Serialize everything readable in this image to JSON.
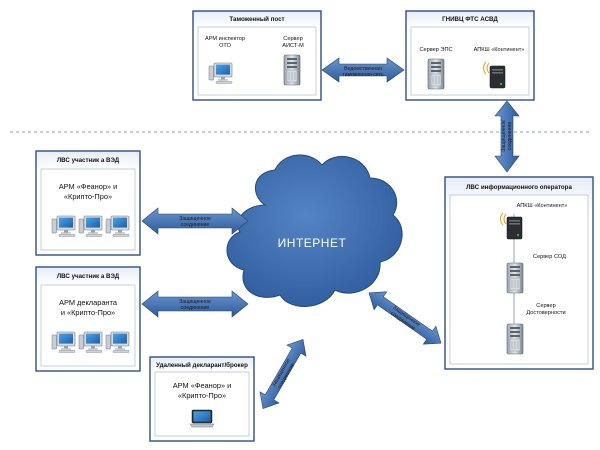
{
  "customs_post": {
    "title": "Таможенный пост",
    "arm_label": [
      "АРМ инспектор",
      "ОТО"
    ],
    "server_label": [
      "Сервер",
      "АИСТ-М"
    ]
  },
  "gnivc": {
    "title": "ГНИВЦ ФТС АСВД",
    "server_label": "Сервер ЭПС",
    "apksh_label": "АПКШ «Континент»"
  },
  "vednet_arrow": [
    "Ведомственная",
    "таможенная сеть"
  ],
  "vertical_arrow": [
    "Защищенное",
    "соединение"
  ],
  "lan1": {
    "title": "ЛВС участник а ВЭД",
    "arm": [
      "АРМ «Феанор» и",
      "«Крипто-Про»"
    ]
  },
  "lan2": {
    "title": "ЛВС участник а ВЭД",
    "arm": [
      "АРМ декларанта",
      "и «Крипто-Про»"
    ]
  },
  "remote": {
    "title": "Удаленный декларант/брокер",
    "arm": [
      "АРМ «Феанор» и",
      "«Крипто-Про»"
    ]
  },
  "arrow_lan1": [
    "Защищенное",
    "соединение"
  ],
  "arrow_lan2": [
    "Защищенное",
    "соединение"
  ],
  "arrow_remote": [
    "Защищенное",
    "соединение"
  ],
  "arrow_operator": [
    "Защищенное",
    "соединение"
  ],
  "internet": "ИНТЕРНЕТ",
  "operator": {
    "title": "ЛВС информационного оператора",
    "apksh": "АПКШ «Континент»",
    "sod": "Сервер СОД",
    "dost": [
      "Сервер",
      "Достоверности"
    ]
  },
  "colors": {
    "arrow_fill": "#3f6fb0",
    "arrow_stroke": "#27456f",
    "cloud_fill": "#3d6cae",
    "box_stroke": "#2f4f7f",
    "inner_border": "#7a8fb0",
    "dashed_line": "#7fa6cc"
  }
}
